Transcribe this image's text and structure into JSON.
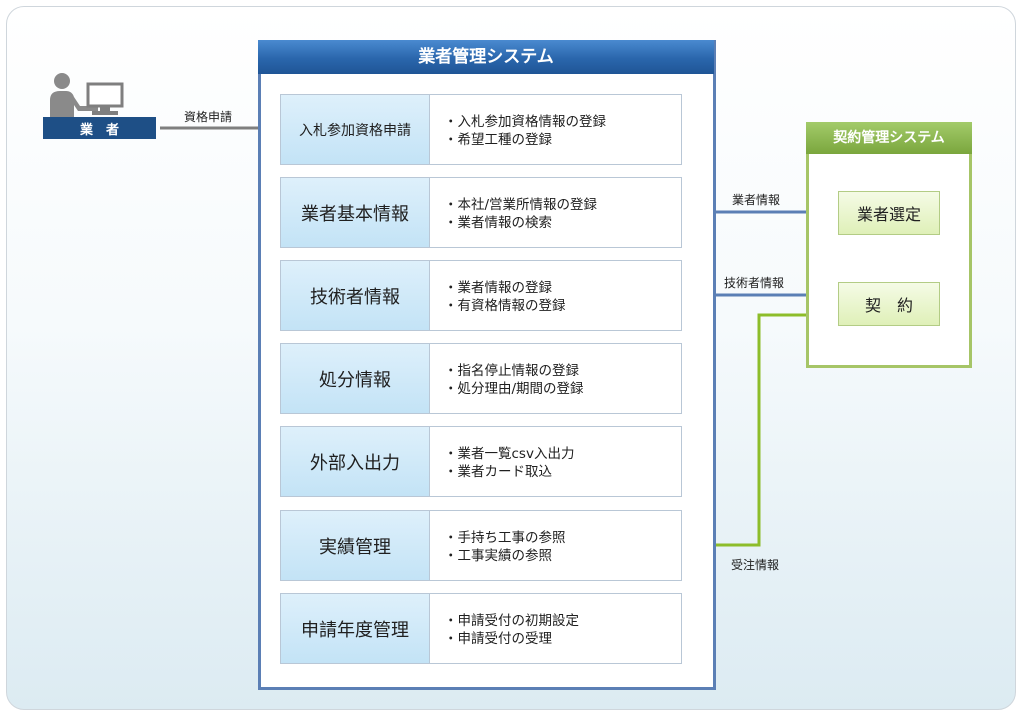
{
  "vendor": {
    "label": "業　者"
  },
  "main_system": {
    "title": "業者管理システム",
    "modules": [
      {
        "name": "入札参加資格申請",
        "items": [
          "・入札参加資格情報の登録",
          "・希望工種の登録"
        ]
      },
      {
        "name": "業者基本情報",
        "items": [
          "・本社/営業所情報の登録",
          "・業者情報の検索"
        ]
      },
      {
        "name": "技術者情報",
        "items": [
          "・業者情報の登録",
          "・有資格情報の登録"
        ]
      },
      {
        "name": "処分情報",
        "items": [
          "・指名停止情報の登録",
          "・処分理由/期間の登録"
        ]
      },
      {
        "name": "外部入出力",
        "items": [
          "・業者一覧csv入出力",
          "・業者カード取込"
        ]
      },
      {
        "name": "実績管理",
        "items": [
          "・手持ち工事の参照",
          "・工事実績の参照"
        ]
      },
      {
        "name": "申請年度管理",
        "items": [
          "・申請受付の初期設定",
          "・申請受付の受理"
        ]
      }
    ]
  },
  "contract_system": {
    "title": "契約管理システム",
    "boxes": [
      "業者選定",
      "契　約"
    ]
  },
  "flows": {
    "application": "資格申請",
    "vendor_info": "業者情報",
    "engineer_info": "技術者情報",
    "order_info": "受注情報"
  },
  "colors": {
    "blue": "#5b7fb5",
    "green": "#9bc33a",
    "gray": "#7f7f7f"
  }
}
